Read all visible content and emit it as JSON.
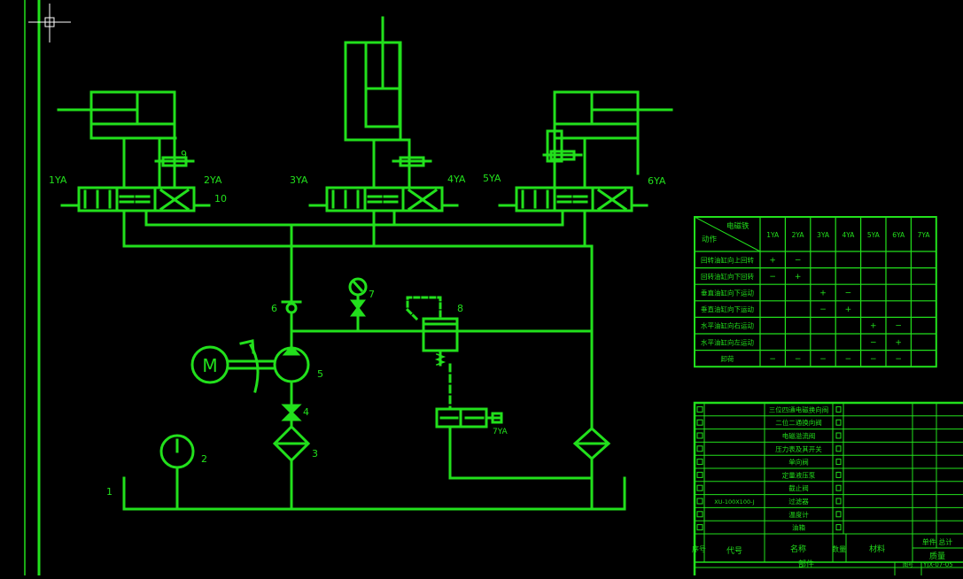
{
  "colors": {
    "background": "#000000",
    "line": "#22e01c",
    "white": "#ffffff"
  },
  "labels": {
    "sol_1ya": "1YA",
    "sol_2ya": "2YA",
    "sol_3ya": "3YA",
    "sol_4ya": "4YA",
    "sol_5ya": "5YA",
    "sol_6ya": "6YA",
    "sol_7ya": "7YA",
    "n1": "1",
    "n2": "2",
    "n3": "3",
    "n4": "4",
    "n5": "5",
    "n6": "6",
    "n7": "7",
    "n8": "8",
    "n9": "9",
    "n10": "10",
    "motor": "M"
  },
  "action_table": {
    "header_top": "电磁铁",
    "header_bottom": "动作",
    "columns": [
      "1YA",
      "2YA",
      "3YA",
      "4YA",
      "5YA",
      "6YA",
      "7YA"
    ],
    "rows": [
      {
        "name": "回转油缸向上回转",
        "cells": [
          "+",
          "−",
          "",
          "",
          "",
          "",
          ""
        ]
      },
      {
        "name": "回转油缸向下回转",
        "cells": [
          "−",
          "+",
          "",
          "",
          "",
          "",
          ""
        ]
      },
      {
        "name": "垂直油缸向下运动",
        "cells": [
          "",
          "",
          "+",
          "−",
          "",
          "",
          ""
        ]
      },
      {
        "name": "垂直油缸向下运动",
        "cells": [
          "",
          "",
          "−",
          "+",
          "",
          "",
          ""
        ]
      },
      {
        "name": "水平油缸向右运动",
        "cells": [
          "",
          "",
          "",
          "",
          "+",
          "−",
          ""
        ]
      },
      {
        "name": "水平油缸向左运动",
        "cells": [
          "",
          "",
          "",
          "",
          "−",
          "+",
          ""
        ]
      },
      {
        "name": "卸荷",
        "cells": [
          "−",
          "−",
          "−",
          "−",
          "−",
          "−",
          ""
        ]
      }
    ]
  },
  "parts_list": {
    "rows": [
      {
        "name": "三位四通电磁换向阀",
        "code": ""
      },
      {
        "name": "二位二通换向阀",
        "code": ""
      },
      {
        "name": "电磁溢流阀",
        "code": ""
      },
      {
        "name": "压力表及其开关",
        "code": ""
      },
      {
        "name": "单向阀",
        "code": ""
      },
      {
        "name": "定量液压泵",
        "code": ""
      },
      {
        "name": "截止阀",
        "code": ""
      },
      {
        "name": "过滤器",
        "code": "XU-100X100-J"
      },
      {
        "name": "温度计",
        "code": ""
      },
      {
        "name": "油箱",
        "code": ""
      }
    ],
    "header": {
      "seq": "序号",
      "code": "代号",
      "name": "名称",
      "qty": "数量",
      "material": "材料",
      "unit_total": "单件 总计",
      "mass": "质量"
    },
    "footer": {
      "parts": "部件",
      "label": "图号",
      "drawing_no": "YJX-07-05"
    }
  }
}
